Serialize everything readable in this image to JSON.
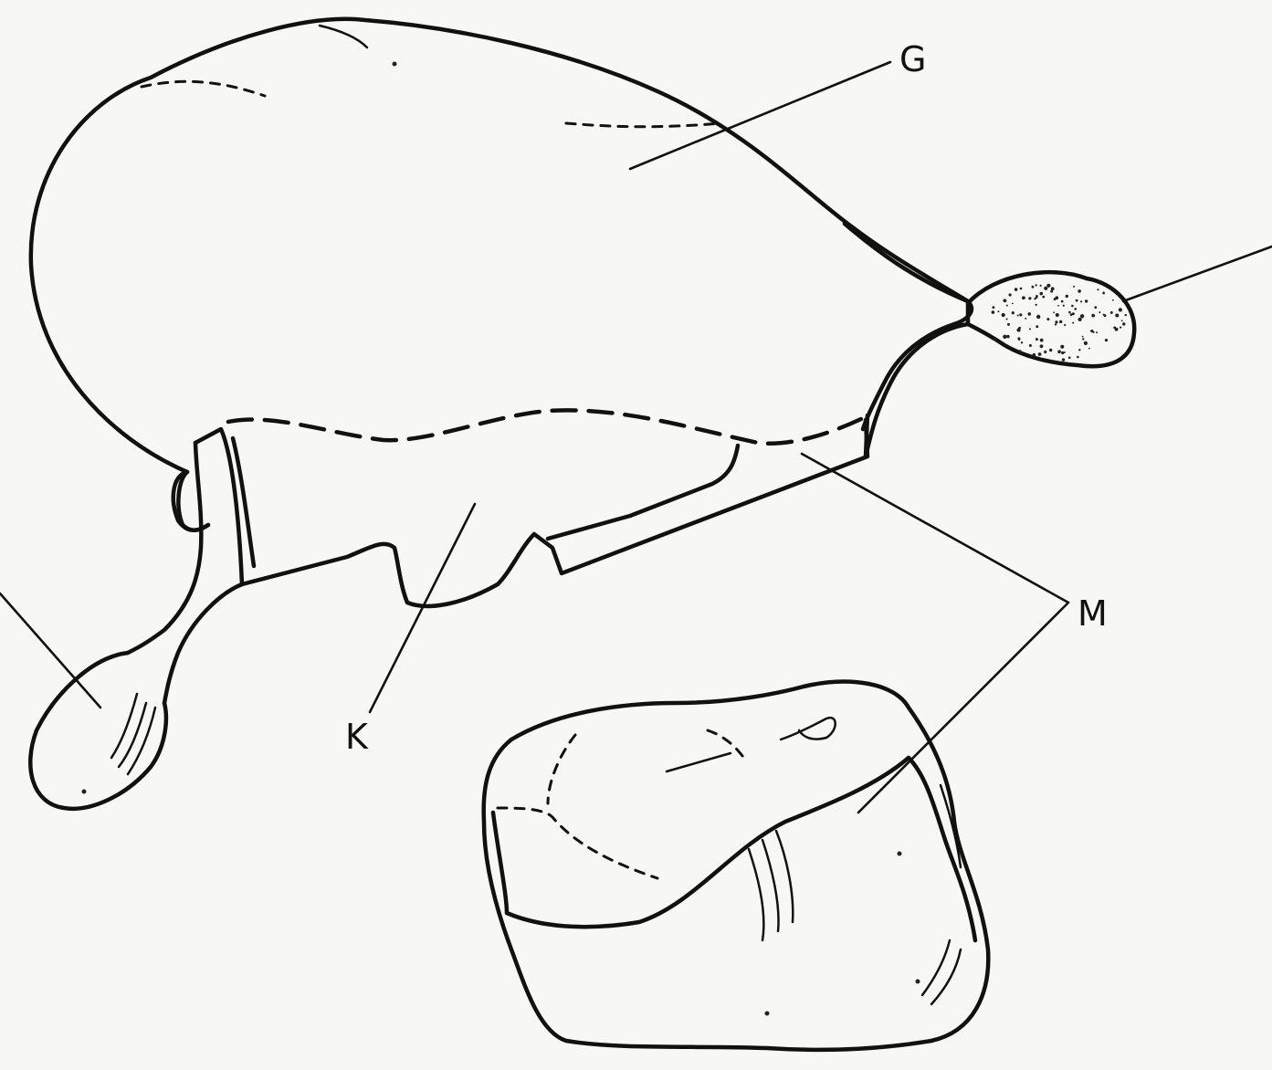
{
  "labels": {
    "g": "G",
    "k": "K",
    "m": "M"
  },
  "colors": {
    "ink": "#111111",
    "paper": "#f7f7f5"
  }
}
